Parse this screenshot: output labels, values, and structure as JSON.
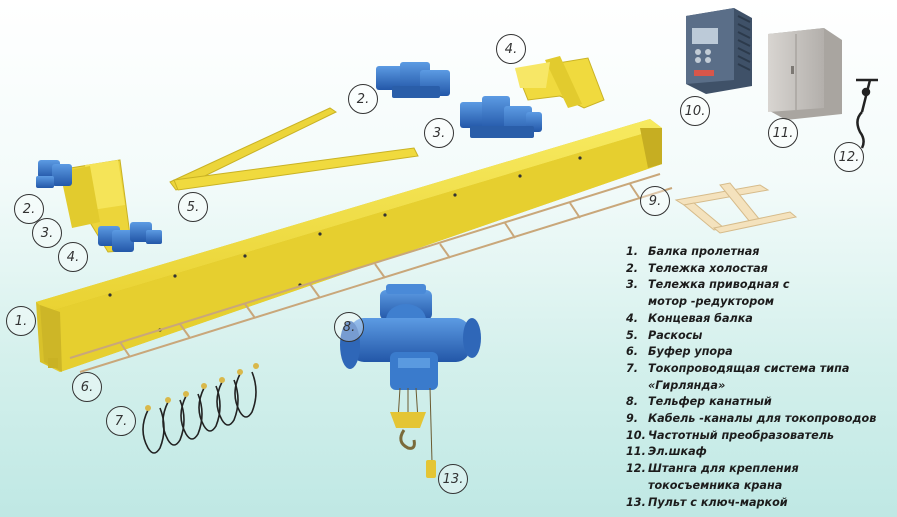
{
  "callouts": [
    {
      "id": "c1",
      "label": "1."
    },
    {
      "id": "c2a",
      "label": "2."
    },
    {
      "id": "c2b",
      "label": "2."
    },
    {
      "id": "c3a",
      "label": "3."
    },
    {
      "id": "c3b",
      "label": "3."
    },
    {
      "id": "c4a",
      "label": "4."
    },
    {
      "id": "c4b",
      "label": "4."
    },
    {
      "id": "c5",
      "label": "5."
    },
    {
      "id": "c6",
      "label": "6."
    },
    {
      "id": "c7",
      "label": "7."
    },
    {
      "id": "c8",
      "label": "8."
    },
    {
      "id": "c9",
      "label": "9."
    },
    {
      "id": "c10",
      "label": "10."
    },
    {
      "id": "c11",
      "label": "11."
    },
    {
      "id": "c12",
      "label": "12."
    },
    {
      "id": "c13",
      "label": "13."
    }
  ],
  "legend": [
    {
      "num": "1.",
      "text": "Балка пролетная"
    },
    {
      "num": "2.",
      "text": "Тележка холостая"
    },
    {
      "num": "3.",
      "text": "Тележка приводная с",
      "cont": "мотор -редуктором"
    },
    {
      "num": "4.",
      "text": "Концевая балка"
    },
    {
      "num": "5.",
      "text": "Раскосы"
    },
    {
      "num": "6.",
      "text": "Буфер упора"
    },
    {
      "num": "7.",
      "text": "Токопроводящая система типа",
      "cont": "«Гирлянда»"
    },
    {
      "num": "8.",
      "text": "Тельфер канатный"
    },
    {
      "num": "9.",
      "text": "Кабель -каналы для токопроводов"
    },
    {
      "num": "10.",
      "text": "Частотный преобразователь"
    },
    {
      "num": "11.",
      "text": "Эл.шкаф"
    },
    {
      "num": "12.",
      "text": "Штанга для крепления",
      "cont": "токосъемника крана"
    },
    {
      "num": "13.",
      "text": "Пульт с ключ-маркой"
    }
  ],
  "colors": {
    "beam_yellow": "#f2df3a",
    "beam_shadow": "#c9b224",
    "trolley_blue": "#2f6fc4",
    "hoist_blue": "#3a7fd0",
    "inverter_dark": "#4b5d72",
    "cabinet_gray": "#c9c6c2"
  }
}
